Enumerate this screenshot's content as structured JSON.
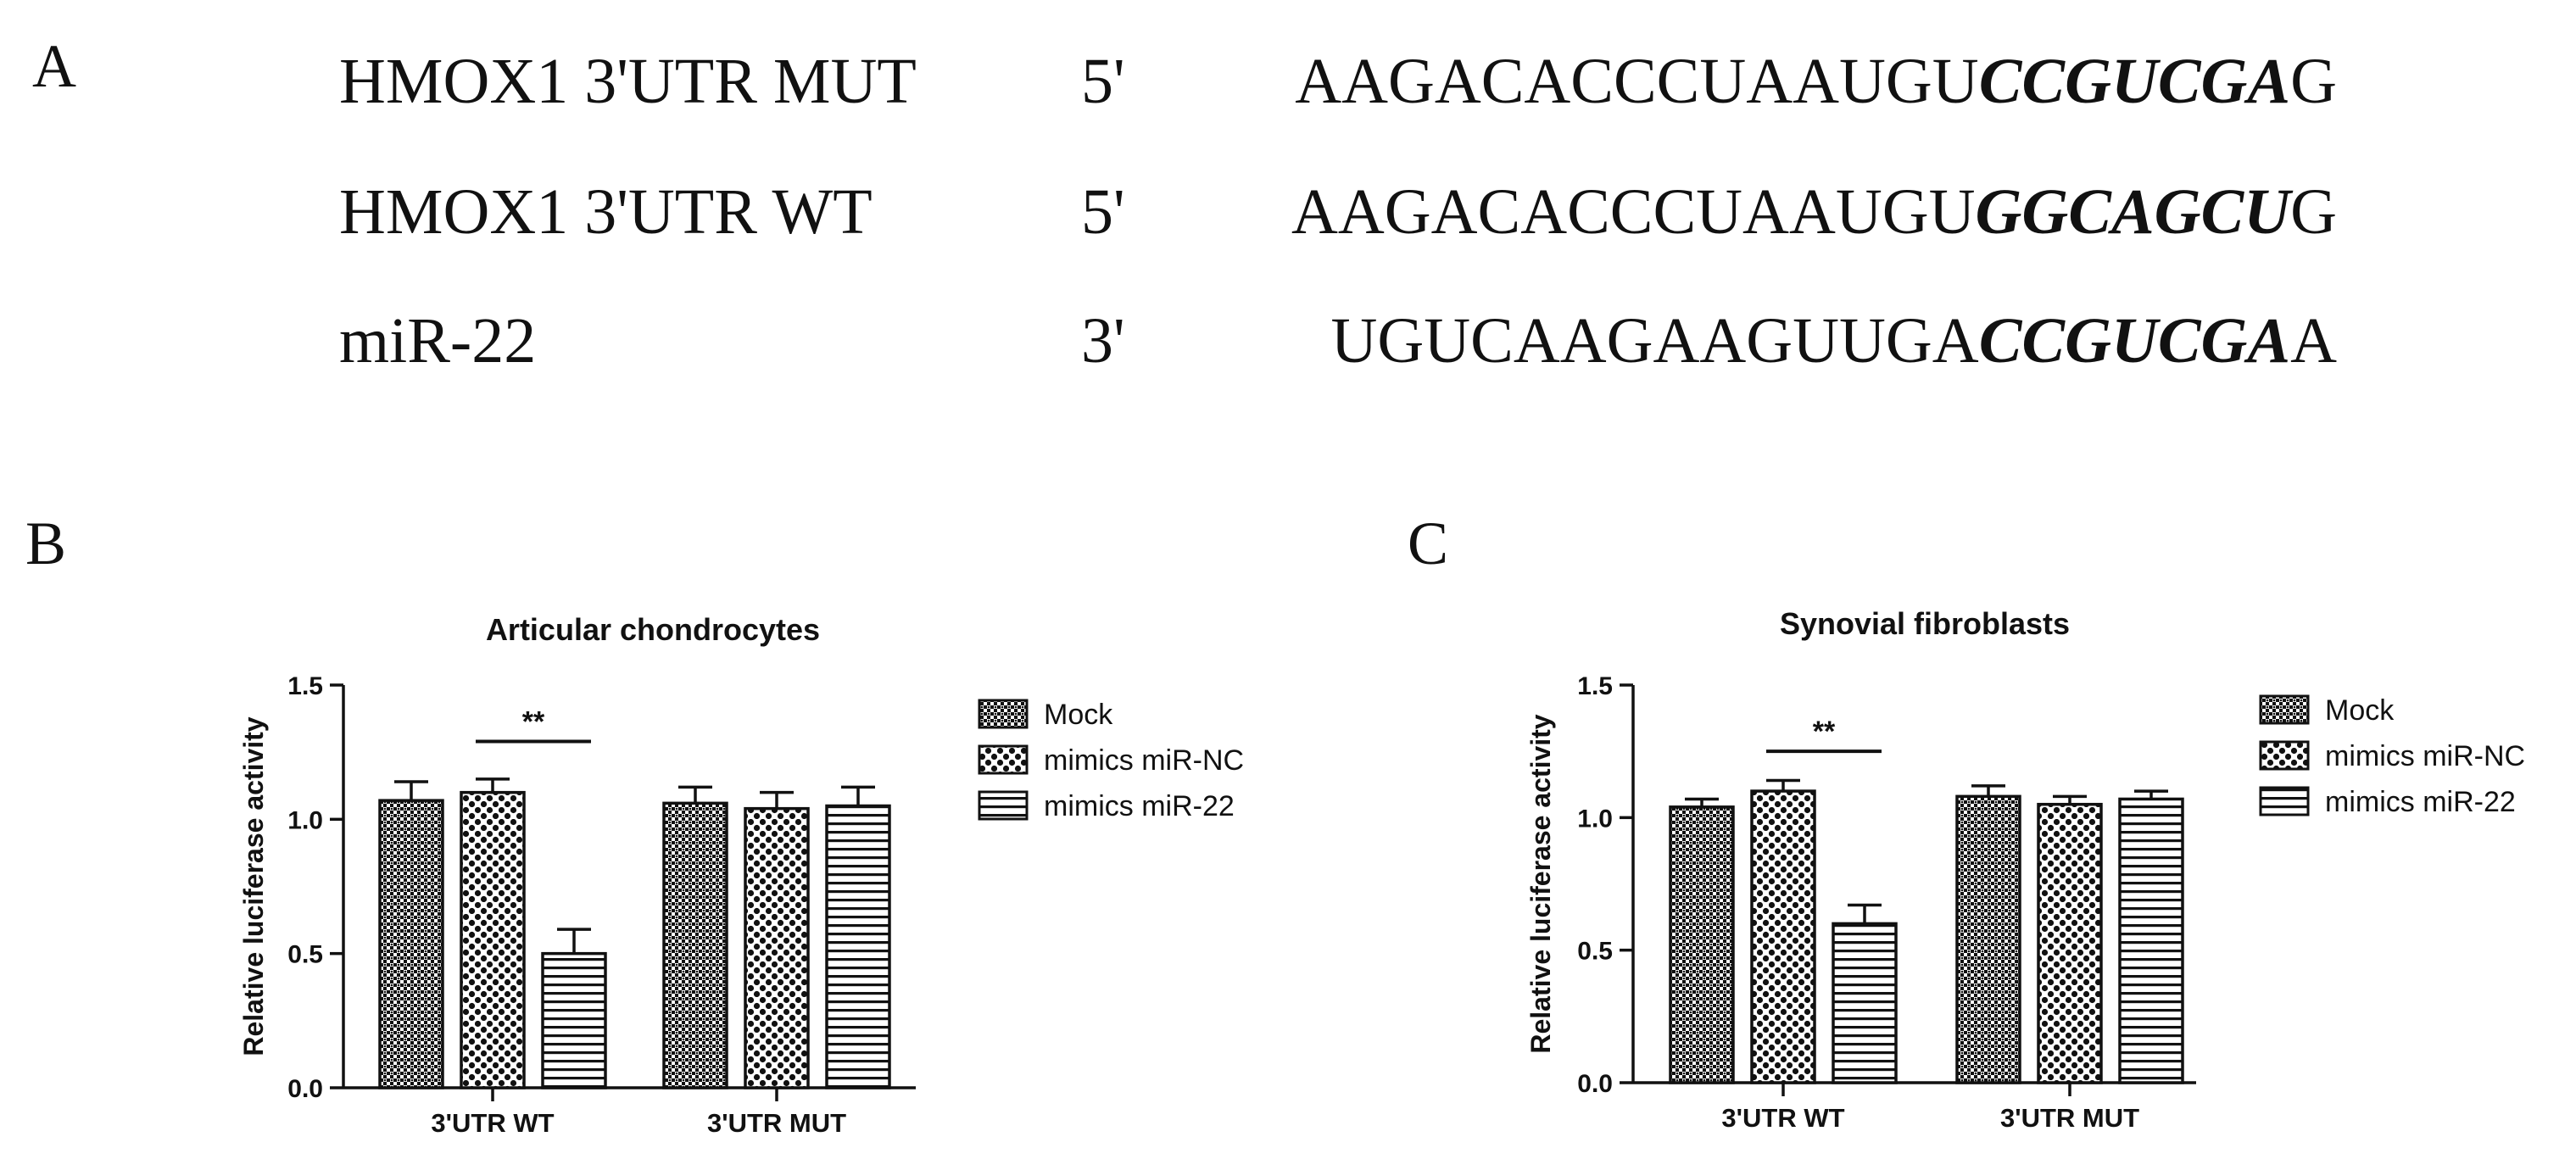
{
  "panel_a": {
    "letter": "A",
    "rows": [
      {
        "label": "HMOX1 3'UTR MUT",
        "end": "5'",
        "pre": "AAGACACCCUAAUGU",
        "bold": "CCGUCGA",
        "post": "G"
      },
      {
        "label": "HMOX1 3'UTR WT",
        "end": "5'",
        "pre": "AAGACACCCUAAUGU",
        "bold": "GGCAGCU",
        "post": "G"
      },
      {
        "label": "miR-22",
        "end": "3'",
        "pre": "UGUCAAGAAGUUGA",
        "bold": "CCGUCGA",
        "post": "A"
      }
    ]
  },
  "panel_b": {
    "letter": "B"
  },
  "panel_c": {
    "letter": "C"
  },
  "chart_data": [
    {
      "type": "bar",
      "title": "Articular chondrocytes",
      "xlabel": "",
      "ylabel": "Relative luciferase activity",
      "ylim": [
        0,
        1.5
      ],
      "yticks": [
        "0.0",
        "0.5",
        "1.0",
        "1.5"
      ],
      "categories": [
        "3'UTR WT",
        "3'UTR MUT"
      ],
      "series": [
        {
          "name": "Mock",
          "pattern": "dots",
          "values": [
            1.07,
            1.06
          ],
          "errors": [
            0.07,
            0.06
          ]
        },
        {
          "name": "mimics miR-NC",
          "pattern": "checker",
          "values": [
            1.1,
            1.04
          ],
          "errors": [
            0.05,
            0.06
          ]
        },
        {
          "name": "mimics miR-22",
          "pattern": "hlines",
          "values": [
            0.5,
            1.05
          ],
          "errors": [
            0.09,
            0.07
          ]
        }
      ],
      "annotations": [
        {
          "text": "**",
          "category": 0,
          "from_series": 1,
          "to_series": 2,
          "y": 1.29
        }
      ],
      "legend_position": "right"
    },
    {
      "type": "bar",
      "title": "Synovial fibroblasts",
      "xlabel": "",
      "ylabel": "Relative luciferase activity",
      "ylim": [
        0,
        1.5
      ],
      "yticks": [
        "0.0",
        "0.5",
        "1.0",
        "1.5"
      ],
      "categories": [
        "3'UTR WT",
        "3'UTR MUT"
      ],
      "series": [
        {
          "name": "Mock",
          "pattern": "dots",
          "values": [
            1.04,
            1.08
          ],
          "errors": [
            0.03,
            0.04
          ]
        },
        {
          "name": "mimics miR-NC",
          "pattern": "checker",
          "values": [
            1.1,
            1.05
          ],
          "errors": [
            0.04,
            0.03
          ]
        },
        {
          "name": "mimics miR-22",
          "pattern": "hlines",
          "values": [
            0.6,
            1.07
          ],
          "errors": [
            0.07,
            0.03
          ]
        }
      ],
      "annotations": [
        {
          "text": "**",
          "category": 0,
          "from_series": 1,
          "to_series": 2,
          "y": 1.25
        }
      ],
      "legend_position": "right"
    }
  ]
}
